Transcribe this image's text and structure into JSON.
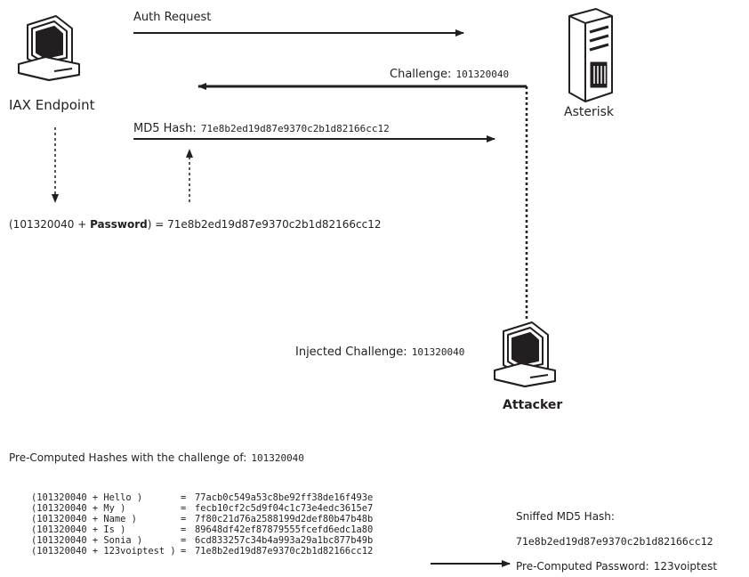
{
  "nodes": {
    "endpoint_label": "IAX Endpoint",
    "server_label": "Asterisk",
    "attacker_label": "Attacker"
  },
  "messages": {
    "auth_request": "Auth Request",
    "challenge_prefix": "Challenge:",
    "challenge_value": "101320040",
    "md5_prefix": "MD5 Hash:",
    "md5_value": "71e8b2ed19d87e9370c2b1d82166cc12",
    "injected_prefix": "Injected Challenge:",
    "injected_value": "101320040"
  },
  "formula": {
    "open": "(101320040  + ",
    "password": "Password",
    "close": ") = 71e8b2ed19d87e9370c2b1d82166cc12"
  },
  "precomputed": {
    "heading_text": "Pre-Computed Hashes with the challenge of:",
    "heading_value": "101320040",
    "rows": [
      {
        "input": "(101320040 + Hello )",
        "eq": "=",
        "hash": "77acb0c549a53c8be92ff38de16f493e"
      },
      {
        "input": "(101320040 + My )",
        "eq": "=",
        "hash": "fecb10cf2c5d9f04c1c73e4edc3615e7"
      },
      {
        "input": "(101320040 + Name )",
        "eq": "=",
        "hash": "7f80c21d76a2588199d2def80b47b48b"
      },
      {
        "input": "(101320040 + Is )",
        "eq": "=",
        "hash": "89648df42ef87879555fcefd6edc1a80"
      },
      {
        "input": "(101320040 + Sonia )",
        "eq": "=",
        "hash": "6cd833257c34b4a993a29a1bc877b49b"
      },
      {
        "input": "(101320040 + 123voiptest )",
        "eq": "=",
        "hash": "71e8b2ed19d87e9370c2b1d82166cc12"
      }
    ]
  },
  "result": {
    "sniffed_label": "Sniffed MD5 Hash:",
    "sniffed_value": "71e8b2ed19d87e9370c2b1d82166cc12",
    "password_label": "Pre-Computed Password:",
    "password_value": "123voiptest"
  },
  "icons": {
    "endpoint": "desktop-computer-icon",
    "server": "tower-server-icon",
    "attacker": "desktop-computer-icon"
  }
}
